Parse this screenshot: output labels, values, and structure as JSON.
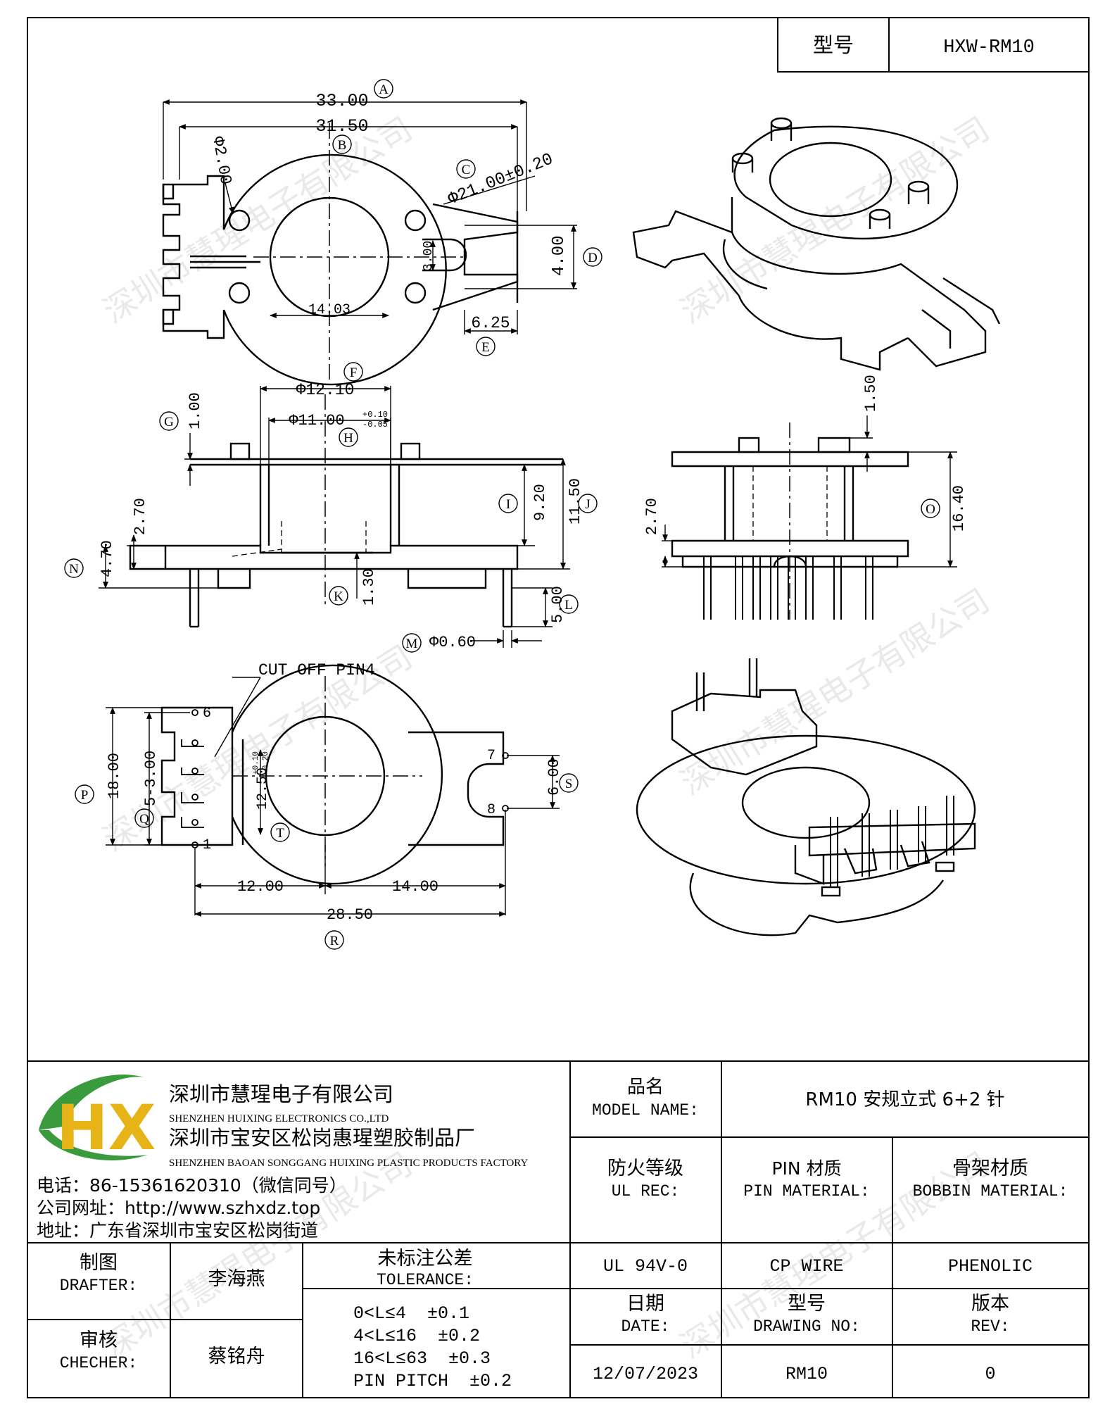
{
  "header": {
    "model_label": "型号",
    "model_value": "HXW-RM10"
  },
  "watermark": "深圳市慧瑆电子有限公司",
  "drawing": {
    "top_view": {
      "dims": {
        "overall_width": "33.00",
        "pin_span": "31.50",
        "hole_dia": "Φ2.00",
        "outer_dia": "Φ21.00±0.20",
        "slot_width": "4.00",
        "slot_inner": "3.00",
        "core_window": "14.03",
        "tab_length": "6.25"
      },
      "balloons": [
        "A",
        "B",
        "C",
        "D",
        "E"
      ]
    },
    "front_view": {
      "dims": {
        "flange_dia": "Φ12.10",
        "tube_dia": "Φ11.00",
        "tube_tol_upper": "+0.10",
        "tube_tol_lower": "-0.05",
        "flange_thick": "1.00",
        "base_height": "2.70",
        "base_total": "4.70",
        "winding_height": "9.20",
        "total_height": "11.50",
        "base_step": "1.30",
        "pin_length": "5.00",
        "pin_dia": "Φ0.60"
      },
      "balloons": [
        "F",
        "G",
        "H",
        "I",
        "J",
        "K",
        "L",
        "M",
        "N"
      ]
    },
    "side_view": {
      "dims": {
        "boss_height": "1.50",
        "base_height": "2.70",
        "overall_height": "16.40"
      },
      "balloons": [
        "O"
      ]
    },
    "bottom_view": {
      "note": "CUT OFF PIN4",
      "pin_numbers": [
        "6",
        "1",
        "7",
        "8"
      ],
      "dims": {
        "overall_depth": "18.00",
        "pin_pitch": "5-3.00",
        "core_slot": "12.50",
        "core_slot_tol_upper": "+0.10",
        "core_slot_tol_lower": "-0.20",
        "slot_gap": "6.00",
        "left_offset": "12.00",
        "right_offset": "14.00",
        "overall_length": "28.50"
      },
      "balloons": [
        "P",
        "Q",
        "S",
        "T",
        "R"
      ]
    }
  },
  "company": {
    "logo_letters": "HX",
    "name_cn": "深圳市慧瑆电子有限公司",
    "name_en": "SHENZHEN HUIXING ELECTRONICS CO.,LTD",
    "factory_cn": "深圳市宝安区松岗惠瑆塑胶制品厂",
    "factory_en": "SHENZHEN BAOAN SONGGANG HUIXING PLASTIC PRODUCTS FACTORY",
    "phone": "电话：86-15361620310（微信同号）",
    "website": "公司网址：http://www.szhxdz.top",
    "address": "地址：广东省深圳市宝安区松岗街道"
  },
  "title_block": {
    "model_name_cn": "品名",
    "model_name_en": "MODEL NAME:",
    "model_name_value": "RM10 安规立式 6+2 针",
    "ul_cn": "防火等级",
    "ul_en": "UL REC:",
    "pin_material_cn": "PIN 材质",
    "pin_material_en": "PIN MATERIAL:",
    "bobbin_material_cn": "骨架材质",
    "bobbin_material_en": "BOBBIN MATERIAL:",
    "ul_value": "UL 94V-0",
    "pin_material_value": "CP WIRE",
    "bobbin_material_value": "PHENOLIC",
    "drafter_cn": "制图",
    "drafter_en": "DRAFTER:",
    "drafter_value": "李海燕",
    "checker_cn": "审核",
    "checker_en": "CHECHER:",
    "checker_value": "蔡铭舟",
    "tolerance_cn": "未标注公差",
    "tolerance_en": "TOLERANCE:",
    "tolerances": [
      "0<L≤4  ±0.1",
      "4<L≤16  ±0.2",
      "16<L≤63  ±0.3",
      "PIN PITCH  ±0.2"
    ],
    "date_cn": "日期",
    "date_en": "DATE:",
    "date_value": "12/07/2023",
    "drawing_no_cn": "型号",
    "drawing_no_en": "DRAWING NO:",
    "drawing_no_value": "RM10",
    "rev_cn": "版本",
    "rev_en": "REV:",
    "rev_value": "0"
  },
  "colors": {
    "logo_green": "#3a9b3c",
    "logo_yellow": "#f3c318",
    "logo_blue": "#2b6db3"
  }
}
